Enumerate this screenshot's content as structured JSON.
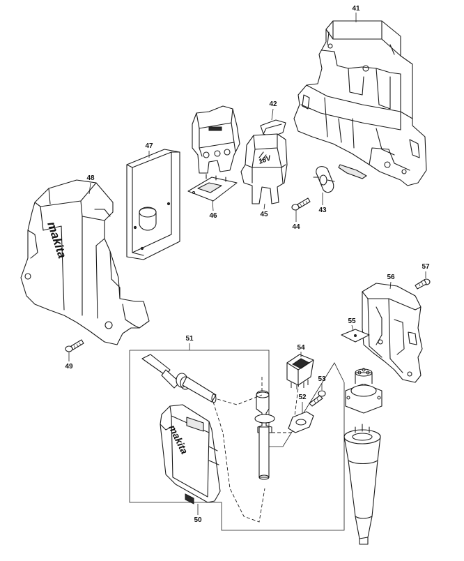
{
  "parts": [
    {
      "id": "p41",
      "label": "41"
    },
    {
      "id": "p42",
      "label": "42"
    },
    {
      "id": "p43",
      "label": "43"
    },
    {
      "id": "p44",
      "label": "44"
    },
    {
      "id": "p45",
      "label": "45"
    },
    {
      "id": "p46",
      "label": "46"
    },
    {
      "id": "p47",
      "label": "47"
    },
    {
      "id": "p48",
      "label": "48"
    },
    {
      "id": "p49",
      "label": "49"
    },
    {
      "id": "p50",
      "label": "50"
    },
    {
      "id": "p51",
      "label": "51"
    },
    {
      "id": "p52",
      "label": "52"
    },
    {
      "id": "p53",
      "label": "53"
    },
    {
      "id": "p54",
      "label": "54"
    },
    {
      "id": "p55",
      "label": "55"
    },
    {
      "id": "p56",
      "label": "56"
    },
    {
      "id": "p57",
      "label": "57"
    }
  ],
  "brand_logo": "makita",
  "module_mark": "18V"
}
